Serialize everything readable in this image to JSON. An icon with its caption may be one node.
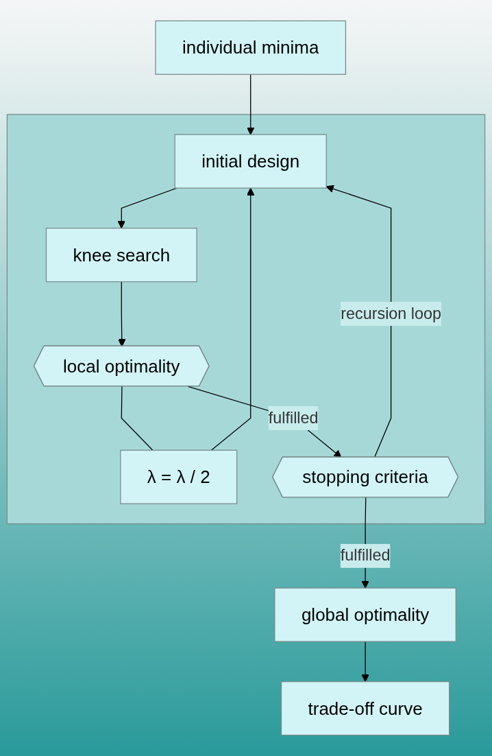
{
  "diagram": {
    "nodes": [
      {
        "text": [
          "individual minima"
        ]
      },
      {
        "text": [],
        "shape": "box"
      },
      {
        "text": [
          "initial design"
        ],
        "in": 1
      },
      {
        "text": [
          "λ = λ / 2"
        ],
        "in": 1
      },
      {
        "text": [
          "knee search"
        ],
        "in": 1
      },
      {
        "text": [
          "local optimality"
        ],
        "in": 1
      },
      {
        "text": [
          "stopping criteria"
        ],
        "in": 1
      },
      {
        "text": [
          "global optimality"
        ]
      },
      {
        "text": [
          "trade-off curve"
        ]
      }
    ],
    "edges": [
      {
        "from": 0,
        "to": 2,
        "arrow": "to"
      },
      {
        "from": 2,
        "to": 4,
        "arrow": "to"
      },
      {
        "from": 4,
        "to": 5,
        "arrow": "to"
      },
      {
        "from": 5,
        "to": 3,
        "arrow": "none"
      },
      {
        "from": 3,
        "to": 2,
        "arrow": "to"
      },
      {
        "from": 5,
        "to": 6,
        "label": "fulfilled",
        "arrow": "to"
      },
      {
        "from": 6,
        "to": 2,
        "label": "recursion loop",
        "arrow": "to"
      },
      {
        "from": 6,
        "to": 7,
        "label": "fulfilled",
        "arrow": "to"
      },
      {
        "from": 7,
        "to": 8,
        "arrow": "to"
      }
    ]
  }
}
